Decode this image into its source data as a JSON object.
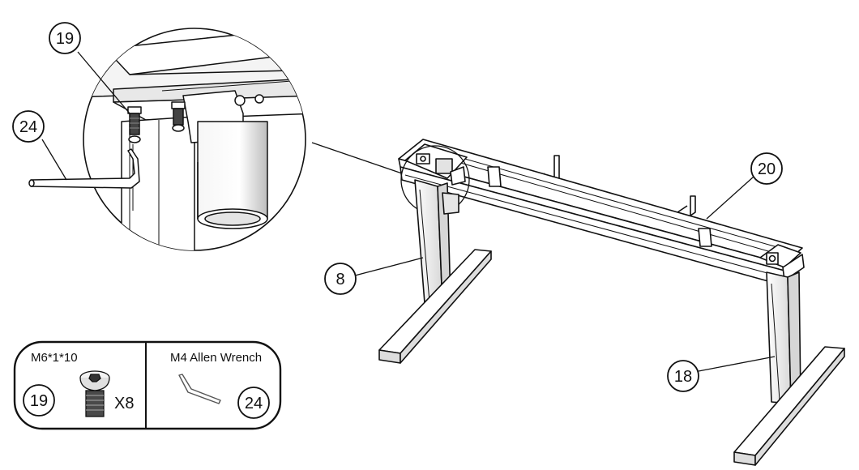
{
  "callouts": {
    "c19_top": "19",
    "c24_left": "24",
    "c20": "20",
    "c8": "8",
    "c18": "18"
  },
  "parts_box": {
    "bolt": {
      "spec": "M6*1*10",
      "number": "19",
      "quantity": "X8",
      "icon": "hex-socket-bolt-icon"
    },
    "wrench": {
      "spec": "M4 Allen Wrench",
      "number": "24",
      "icon": "allen-wrench-icon"
    }
  },
  "colors": {
    "line": "#111111",
    "background": "#ffffff",
    "shade": "#cfcfcf"
  }
}
